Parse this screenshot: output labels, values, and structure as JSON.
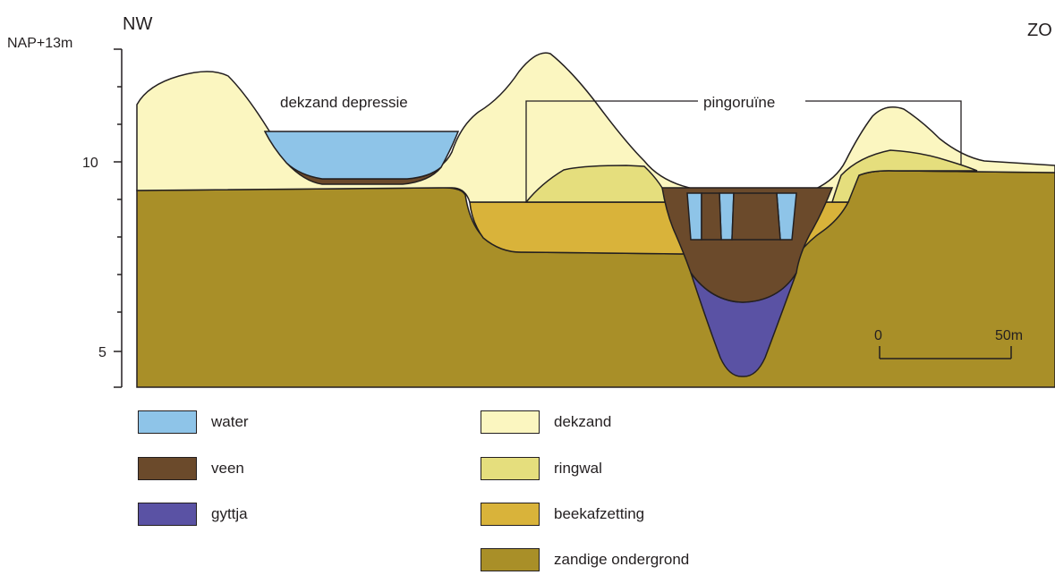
{
  "header": {
    "left_direction": "NW",
    "right_direction": "ZO"
  },
  "axis": {
    "top_label": "NAP+13m",
    "tick_10": "10",
    "tick_5": "5"
  },
  "annotations": {
    "depression": "dekzand depressie",
    "pingo": "pingoruïne"
  },
  "scale_bar": {
    "start": "0",
    "end": "50m"
  },
  "colors": {
    "water": "#8ec4e8",
    "veen": "#6b4a2b",
    "gyttja": "#5a52a4",
    "dekzand": "#fbf6c0",
    "ringwal": "#e5de7d",
    "beekafzetting": "#d9b33a",
    "zandige_ondergrond": "#a98f28"
  },
  "legend": [
    {
      "key": "water",
      "label": "water",
      "color": "#8ec4e8"
    },
    {
      "key": "veen",
      "label": "veen",
      "color": "#6b4a2b"
    },
    {
      "key": "gyttja",
      "label": "gyttja",
      "color": "#5a52a4"
    },
    {
      "key": "dekzand",
      "label": "dekzand",
      "color": "#fbf6c0"
    },
    {
      "key": "ringwal",
      "label": "ringwal",
      "color": "#e5de7d"
    },
    {
      "key": "beekafzetting",
      "label": "beekafzetting",
      "color": "#d9b33a"
    },
    {
      "key": "zandige_ondergrond",
      "label": "zandige ondergrond",
      "color": "#a98f28"
    }
  ]
}
